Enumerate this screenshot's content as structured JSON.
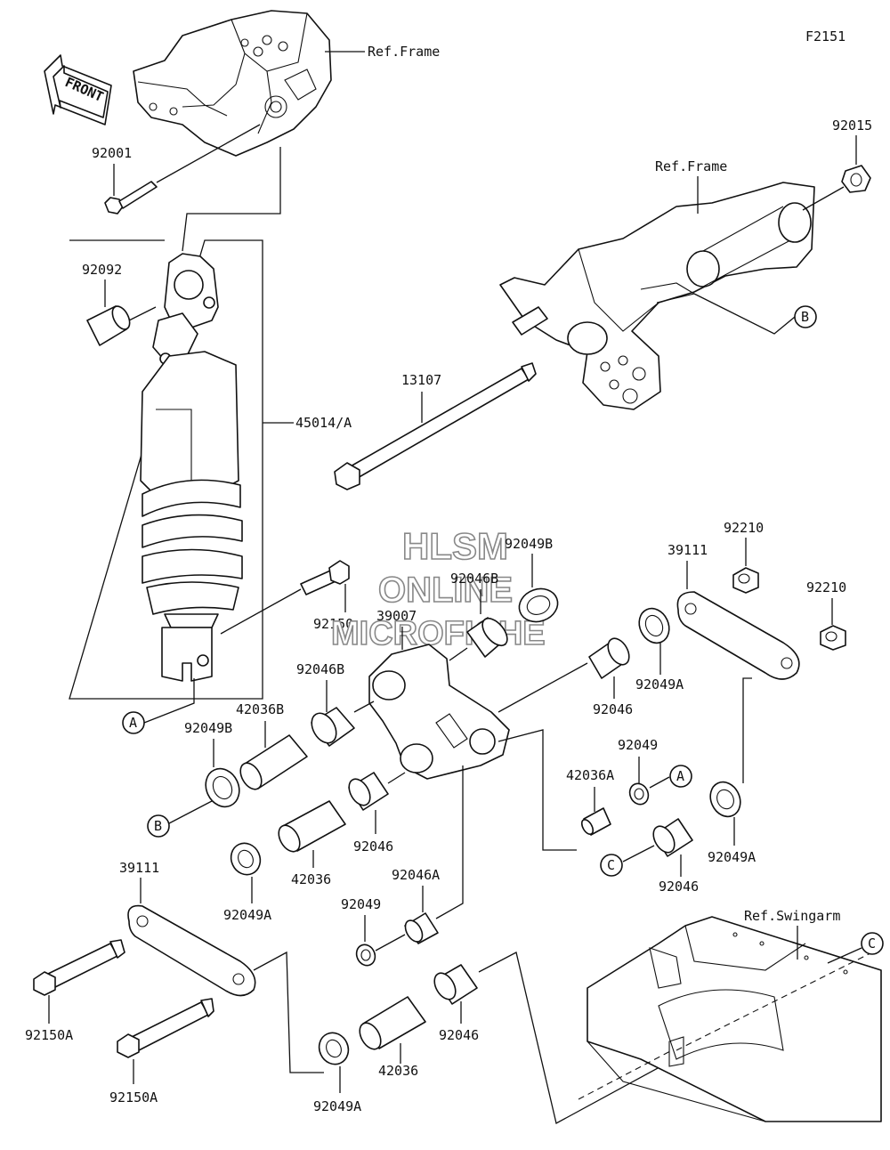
{
  "figure_code": "F2151",
  "front_arrow": "FRONT",
  "watermark": {
    "line1": "HLSM",
    "line2": "ONLINE",
    "line3": "MICROFICHE"
  },
  "refs": {
    "frame_top": "Ref.Frame",
    "frame_right": "Ref.Frame",
    "swingarm": "Ref.Swingarm"
  },
  "markers": {
    "A": "A",
    "B": "B",
    "C": "C"
  },
  "parts": {
    "p92001": "92001",
    "p92092": "92092",
    "p45014A": "45014/A",
    "p92015": "92015",
    "p13107": "13107",
    "p92150": "92150",
    "p92049B_top": "92049B",
    "p92046B_top": "92046B",
    "p39007": "39007",
    "p39111_right": "39111",
    "p92210_a": "92210",
    "p92210_b": "92210",
    "p92049A_r1": "92049A",
    "p92046_r1": "92046",
    "p92046B_left": "92046B",
    "p42036B": "42036B",
    "p92049B_left": "92049B",
    "p92049_mid": "92049",
    "p42036A": "42036A",
    "p92049A_r2": "92049A",
    "p92046_r2": "92046",
    "p92046_mid": "92046",
    "p42036_mid": "42036",
    "p92049A_left": "92049A",
    "p39111_left": "39111",
    "p92046A": "92046A",
    "p92049_low": "92049",
    "p92046_low": "92046",
    "p42036_low": "42036",
    "p92150A_a": "92150A",
    "p92150A_b": "92150A",
    "p92049A_low": "92049A"
  }
}
